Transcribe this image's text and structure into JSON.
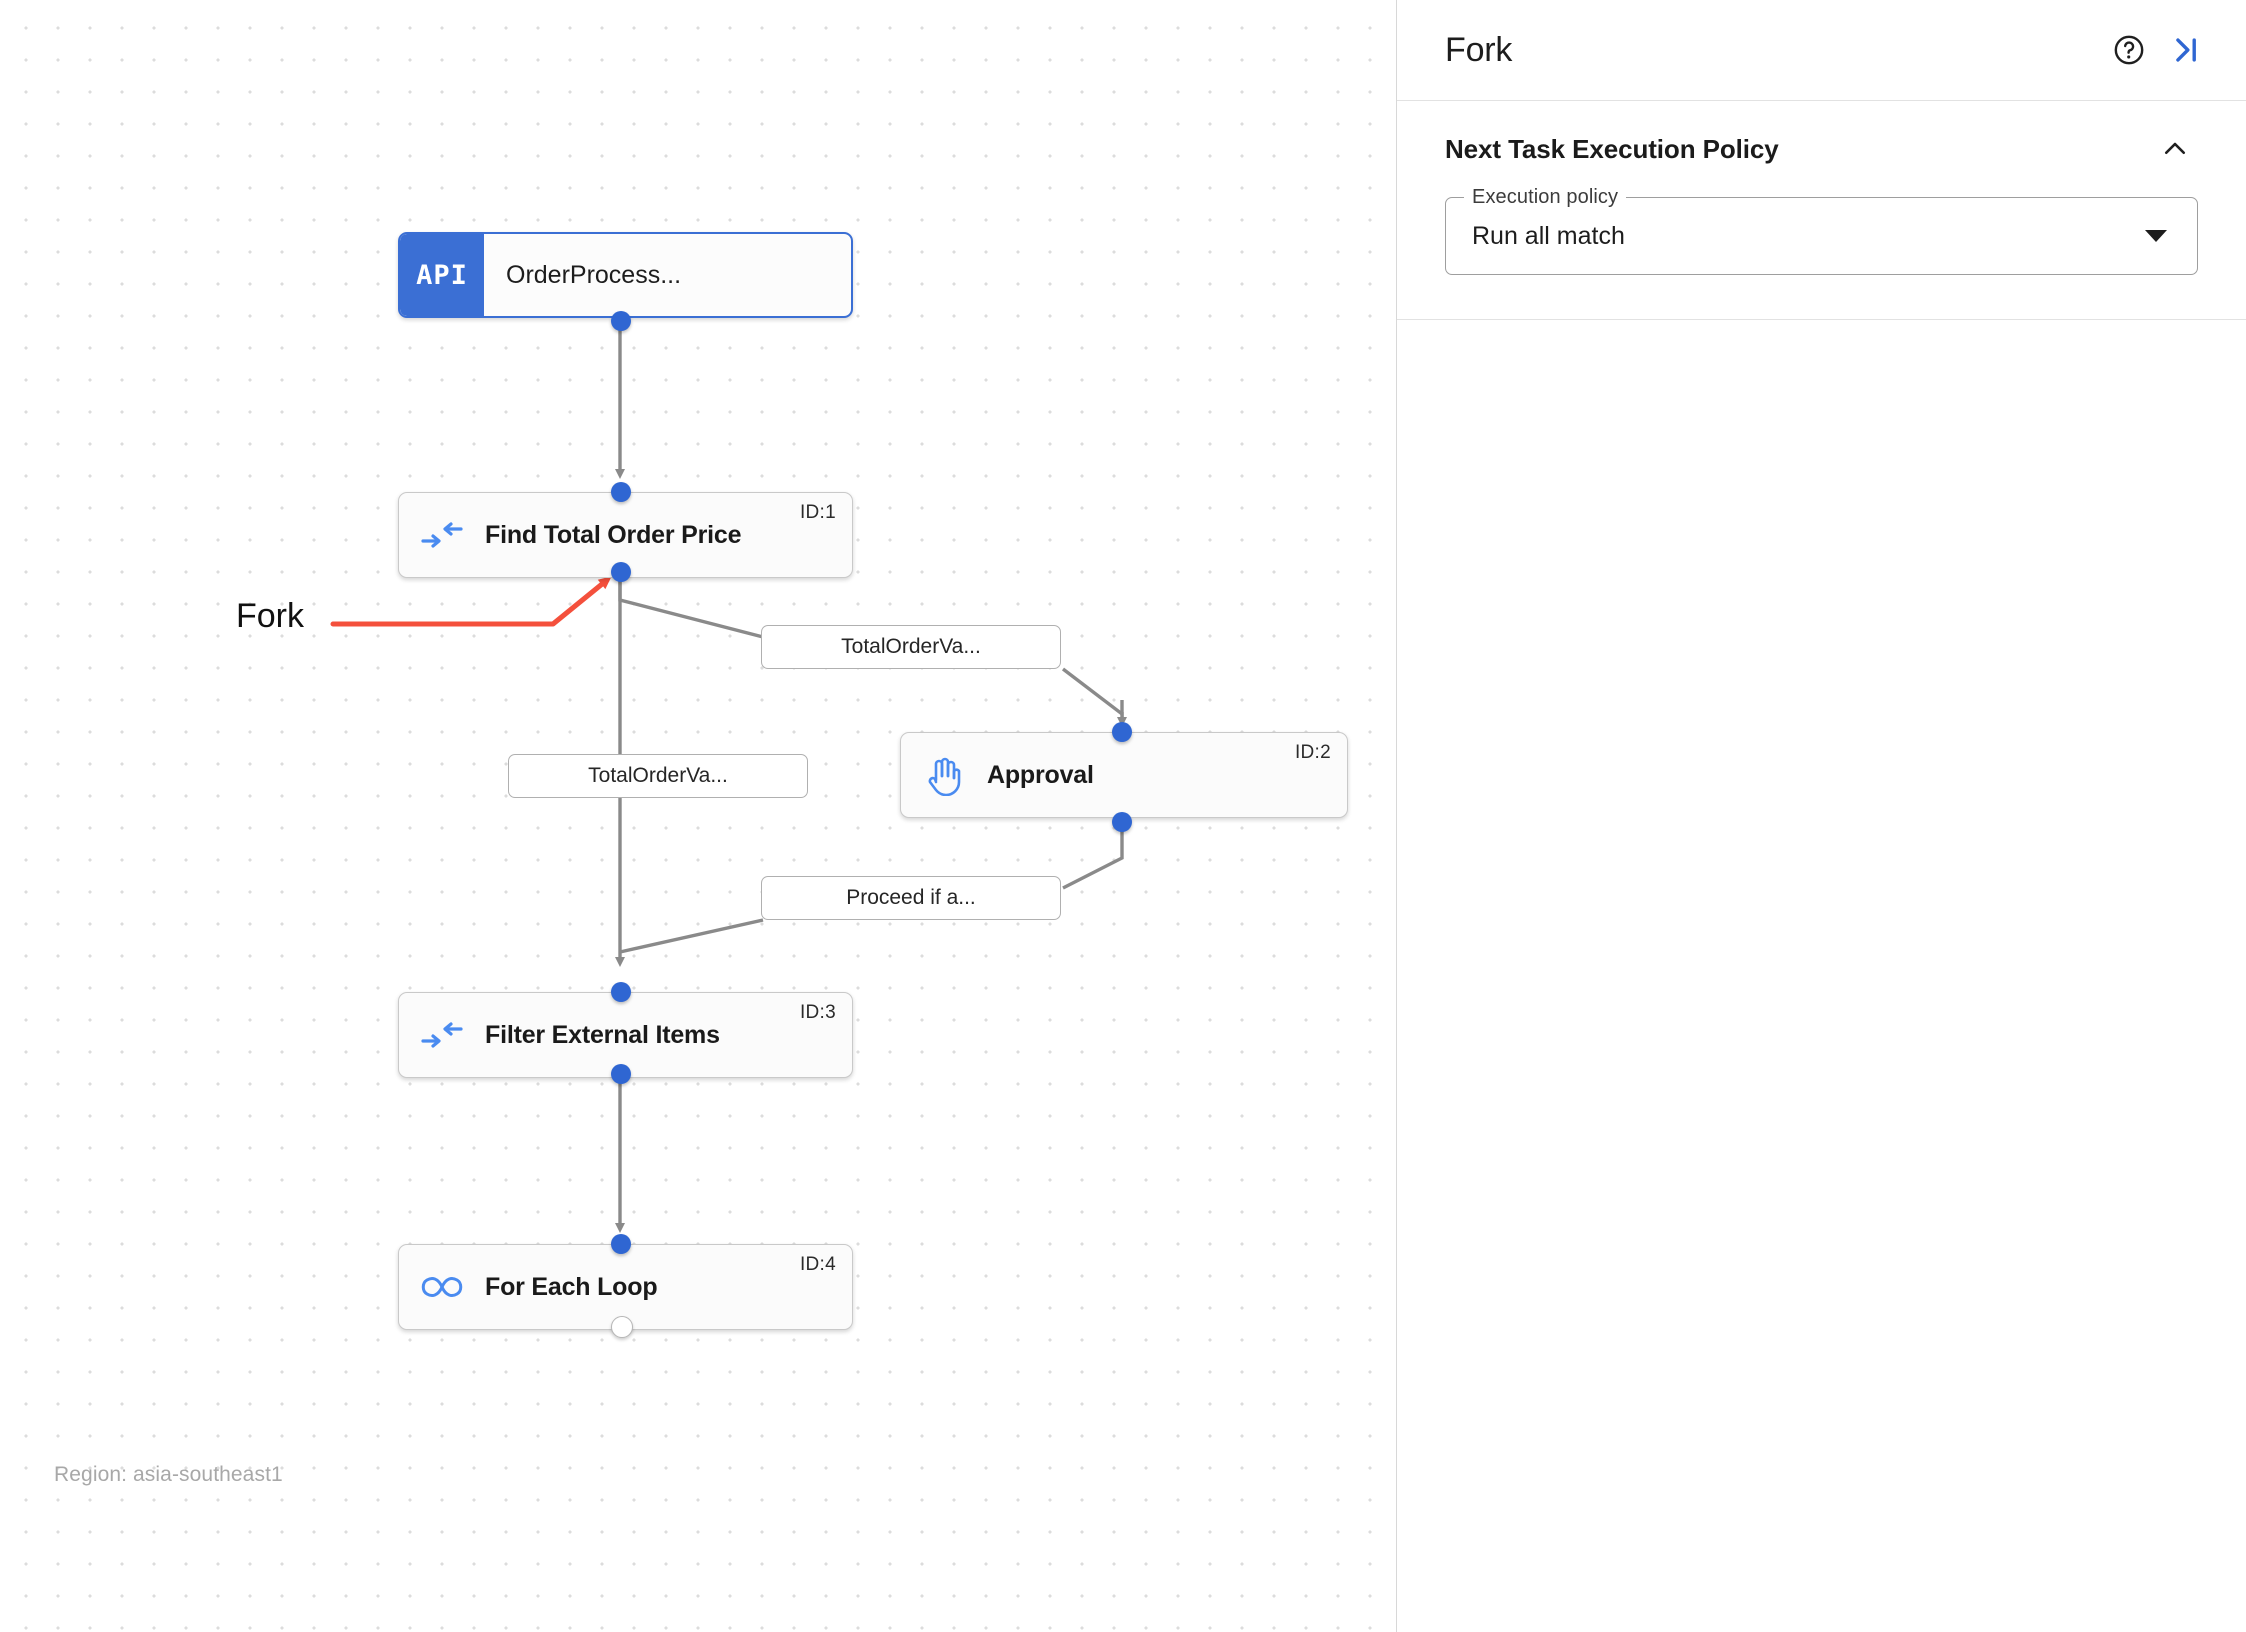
{
  "canvas": {
    "region_label": "Region: asia-southeast1",
    "annotation": {
      "label": "Fork",
      "color": "#f4503c"
    },
    "nodes": [
      {
        "id": "api",
        "badge": "API",
        "title": "OrderProcess...",
        "icon": "api-badge-icon",
        "selected": true
      },
      {
        "id": "1",
        "title": "Find Total Order Price",
        "id_label": "ID:1",
        "icon": "compress-arrows-icon"
      },
      {
        "id": "2",
        "title": "Approval",
        "id_label": "ID:2",
        "icon": "hand-icon"
      },
      {
        "id": "3",
        "title": "Filter External Items",
        "id_label": "ID:3",
        "icon": "compress-arrows-icon"
      },
      {
        "id": "4",
        "title": "For Each Loop",
        "id_label": "ID:4",
        "icon": "infinity-icon"
      }
    ],
    "edge_labels": [
      {
        "id": "to-approval",
        "text": "TotalOrderVa..."
      },
      {
        "id": "to-filter-direct",
        "text": "TotalOrderVa..."
      },
      {
        "id": "approval-proceed",
        "text": "Proceed if a..."
      }
    ],
    "colors": {
      "connector": "#2f66d2",
      "edge": "#808080",
      "node_border": "#c9c9c9",
      "selected_border": "#3b6fd4",
      "api_badge": "#3b6fd4",
      "node_icon": "#4a8bf0"
    }
  },
  "panel": {
    "title": "Fork",
    "help_icon": "help-circle-icon",
    "collapse_icon": "collapse-panel-right-icon",
    "section": {
      "title": "Next Task Execution Policy",
      "collapse_icon": "chevron-up-icon",
      "field": {
        "label": "Execution policy",
        "value": "Run all match",
        "dropdown_icon": "caret-down-icon"
      }
    }
  }
}
